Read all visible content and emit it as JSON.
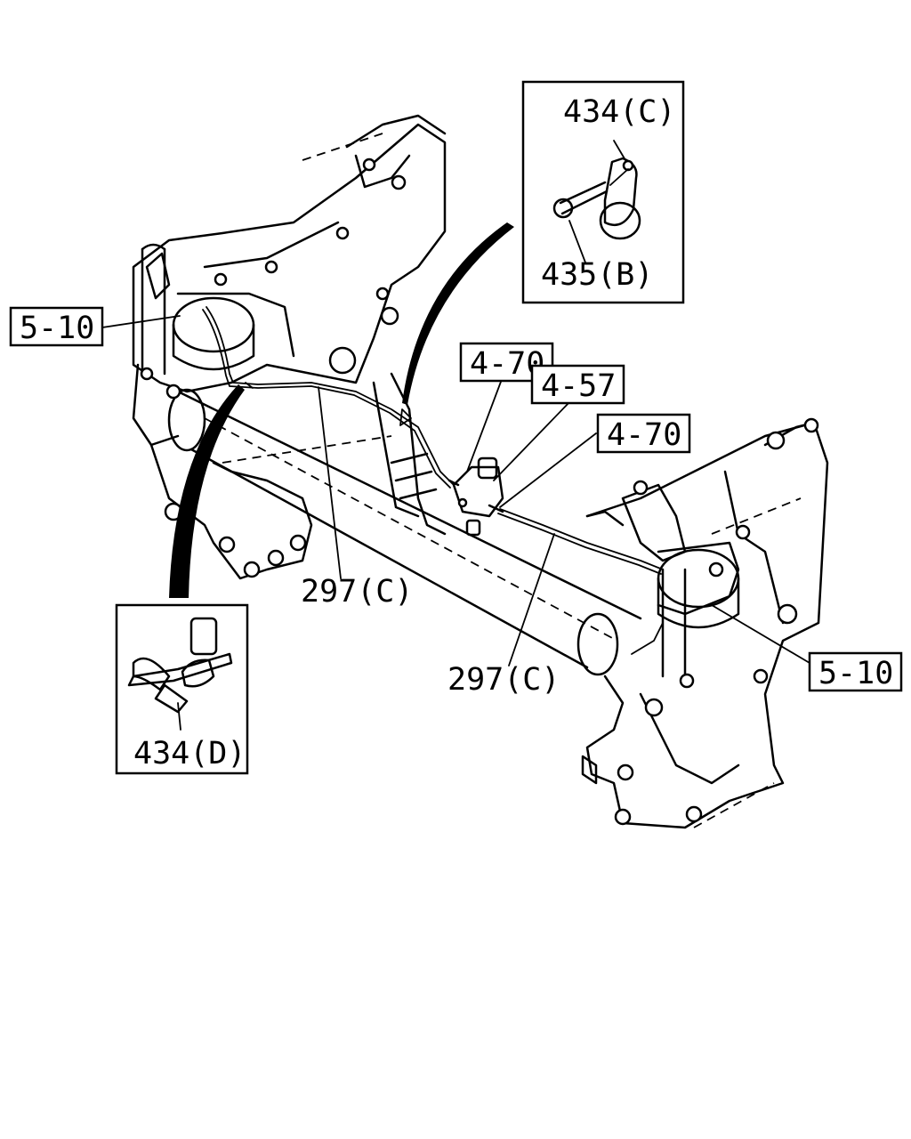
{
  "labels": {
    "ref_5_10_left": "5-10",
    "ref_5_10_right": "5-10",
    "ref_4_70_top": "4-70",
    "ref_4_57": "4-57",
    "ref_4_70_right": "4-70",
    "part_297c_upper": "297(C)",
    "part_297c_lower": "297(C)",
    "part_434c": "434(C)",
    "part_435b": "435(B)",
    "part_434d": "434(D)"
  }
}
